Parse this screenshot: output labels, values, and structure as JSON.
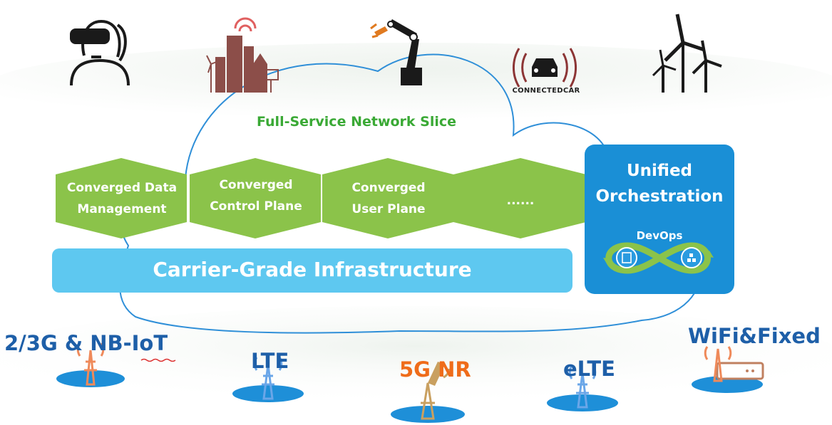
{
  "slice_title": "Full-Service Network Slice",
  "modules": [
    {
      "line1": "Converged Data",
      "line2": "Management"
    },
    {
      "line1": "Converged",
      "line2": "Control Plane"
    },
    {
      "line1": "Converged",
      "line2": "User Plane"
    },
    {
      "line1": "......",
      "line2": ""
    }
  ],
  "infrastructure": "Carrier-Grade Infrastructure",
  "orchestration": {
    "line1": "Unified",
    "line2": "Orchestration",
    "devops": "DevOps"
  },
  "top_icons": {
    "vr": "vr-headset-person-icon",
    "city": "smart-city-icon",
    "robot": "industrial-robot-arm-icon",
    "car": "connected-car-icon",
    "car_label": "CONNECTEDCAR",
    "wind": "wind-turbines-icon"
  },
  "networks": [
    {
      "label": "2/3G & NB-IoT",
      "color": "#1e5fa8"
    },
    {
      "label": "LTE",
      "color": "#1e5fa8"
    },
    {
      "label": "5G NR",
      "color": "#ef6c1a"
    },
    {
      "label": "eLTE",
      "color": "#1e5fa8"
    },
    {
      "label": "WiFi&Fixed",
      "color": "#1e5fa8"
    }
  ],
  "colors": {
    "module_green": "#8bc34a",
    "infra_blue": "#5ec8f0",
    "orch_blue": "#1a8fd6",
    "slice_text": "#3aa935",
    "cloud_line": "#2f8fd8"
  }
}
